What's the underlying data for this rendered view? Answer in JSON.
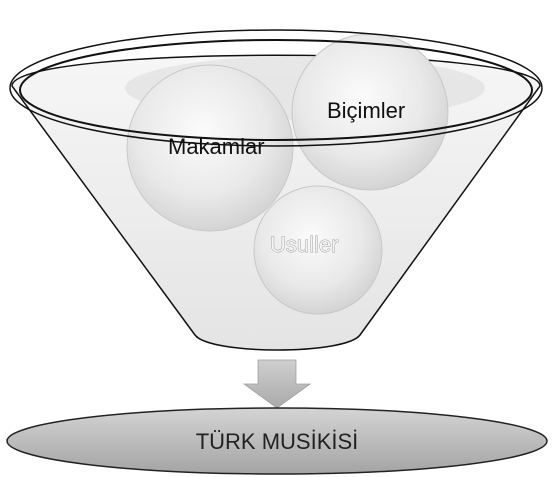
{
  "funnel": {
    "items": [
      {
        "label": "Makamlar"
      },
      {
        "label": "Biçimler"
      },
      {
        "label": "Usuller"
      }
    ]
  },
  "result": {
    "label": "TÜRK MUSİKİSİ"
  },
  "colors": {
    "funnel_fill": "#ececec",
    "circle_fill": "#e3e3e3",
    "outline": "#111111",
    "arrow": "#b8b8b8",
    "result_fill": "#bdbdbd"
  }
}
